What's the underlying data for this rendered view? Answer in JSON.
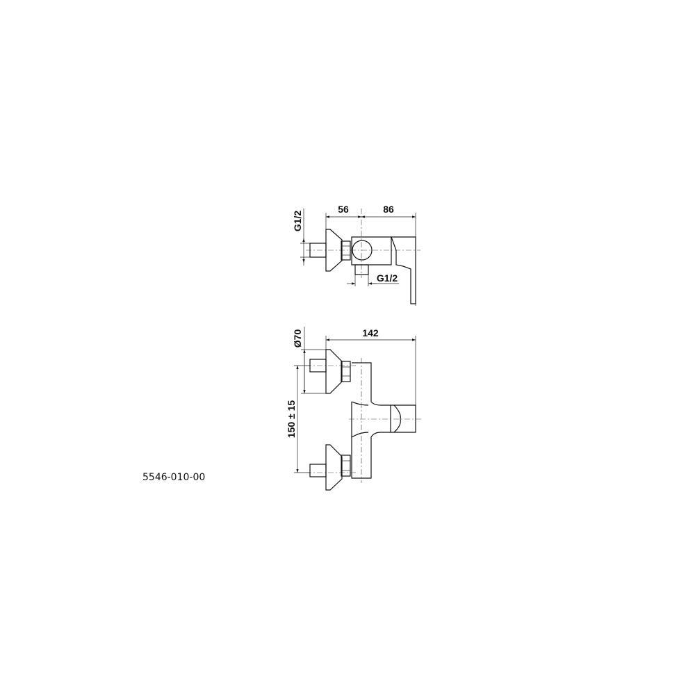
{
  "part_number": "5546-010-00",
  "side_view": {
    "dim_depth_1": "56",
    "dim_depth_2": "86",
    "inlet_thread": "G1/2",
    "outlet_thread": "G1/2"
  },
  "front_view": {
    "dim_width": "142",
    "escutcheon_diameter": "Ø70",
    "inlet_spacing": "150 ± 15"
  }
}
